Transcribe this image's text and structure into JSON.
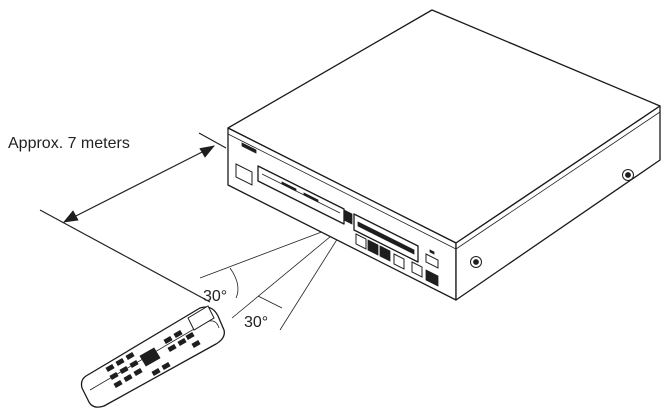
{
  "labels": {
    "distance": "Approx. 7 meters",
    "angle_upper": "30°",
    "angle_lower": "30°"
  },
  "colors": {
    "line": "#222222",
    "fill_dark": "#1e1e1e",
    "background": "#ffffff"
  }
}
